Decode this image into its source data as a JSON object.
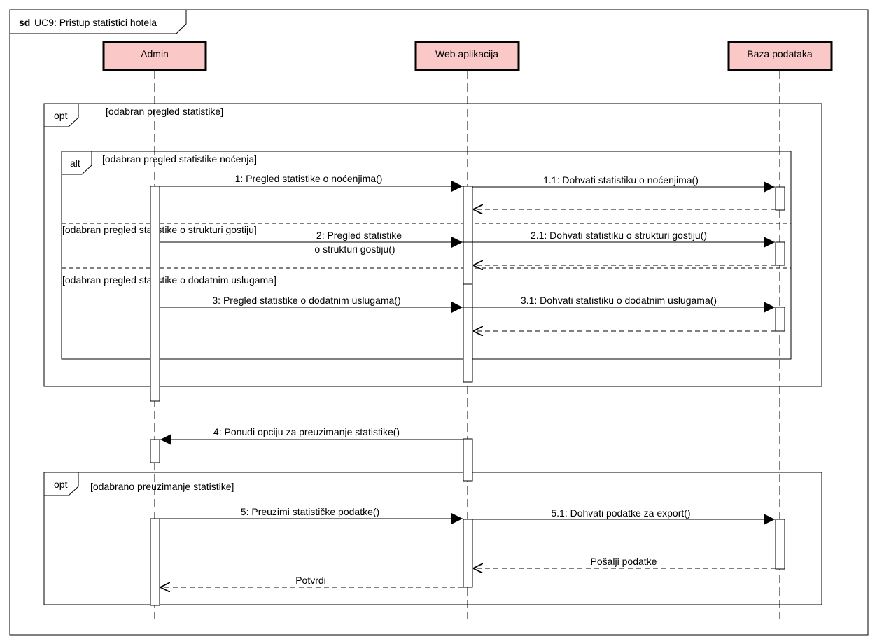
{
  "diagram": {
    "frame_kind": "sd",
    "frame_title": "UC9: Pristup statistici hotela",
    "participants": [
      "Admin",
      "Web aplikacija",
      "Baza podataka"
    ],
    "opt1": {
      "keyword": "opt",
      "guard": "[odabran pregled statistike]"
    },
    "alt": {
      "keyword": "alt",
      "guard1": "[odabran pregled statistike noćenja]",
      "guard2": "[odabran pregled statistike o strukturi gostiju]",
      "guard3": "[odabran pregled statistike o dodatnim uslugama]"
    },
    "opt2": {
      "keyword": "opt",
      "guard": "[odabrano preuzimanje statistike]"
    },
    "messages": {
      "m1": "1: Pregled statistike o noćenjima()",
      "m1_1": "1.1: Dohvati statistiku o noćenjima()",
      "m2_line1": "2: Pregled statistike",
      "m2_line2": "o strukturi gostiju()",
      "m2_1": "2.1: Dohvati statistiku o strukturi gostiju()",
      "m3": "3: Pregled statistike o dodatnim uslugama()",
      "m3_1": "3.1: Dohvati statistiku o dodatnim uslugama()",
      "m4": "4: Ponudi opciju za preuzimanje statistike()",
      "m5": "5: Preuzimi statističke podatke()",
      "m5_1": "5.1: Dohvati podatke za export()",
      "r5_1": "Pošalji podatke",
      "r5": "Potvrdi"
    }
  }
}
